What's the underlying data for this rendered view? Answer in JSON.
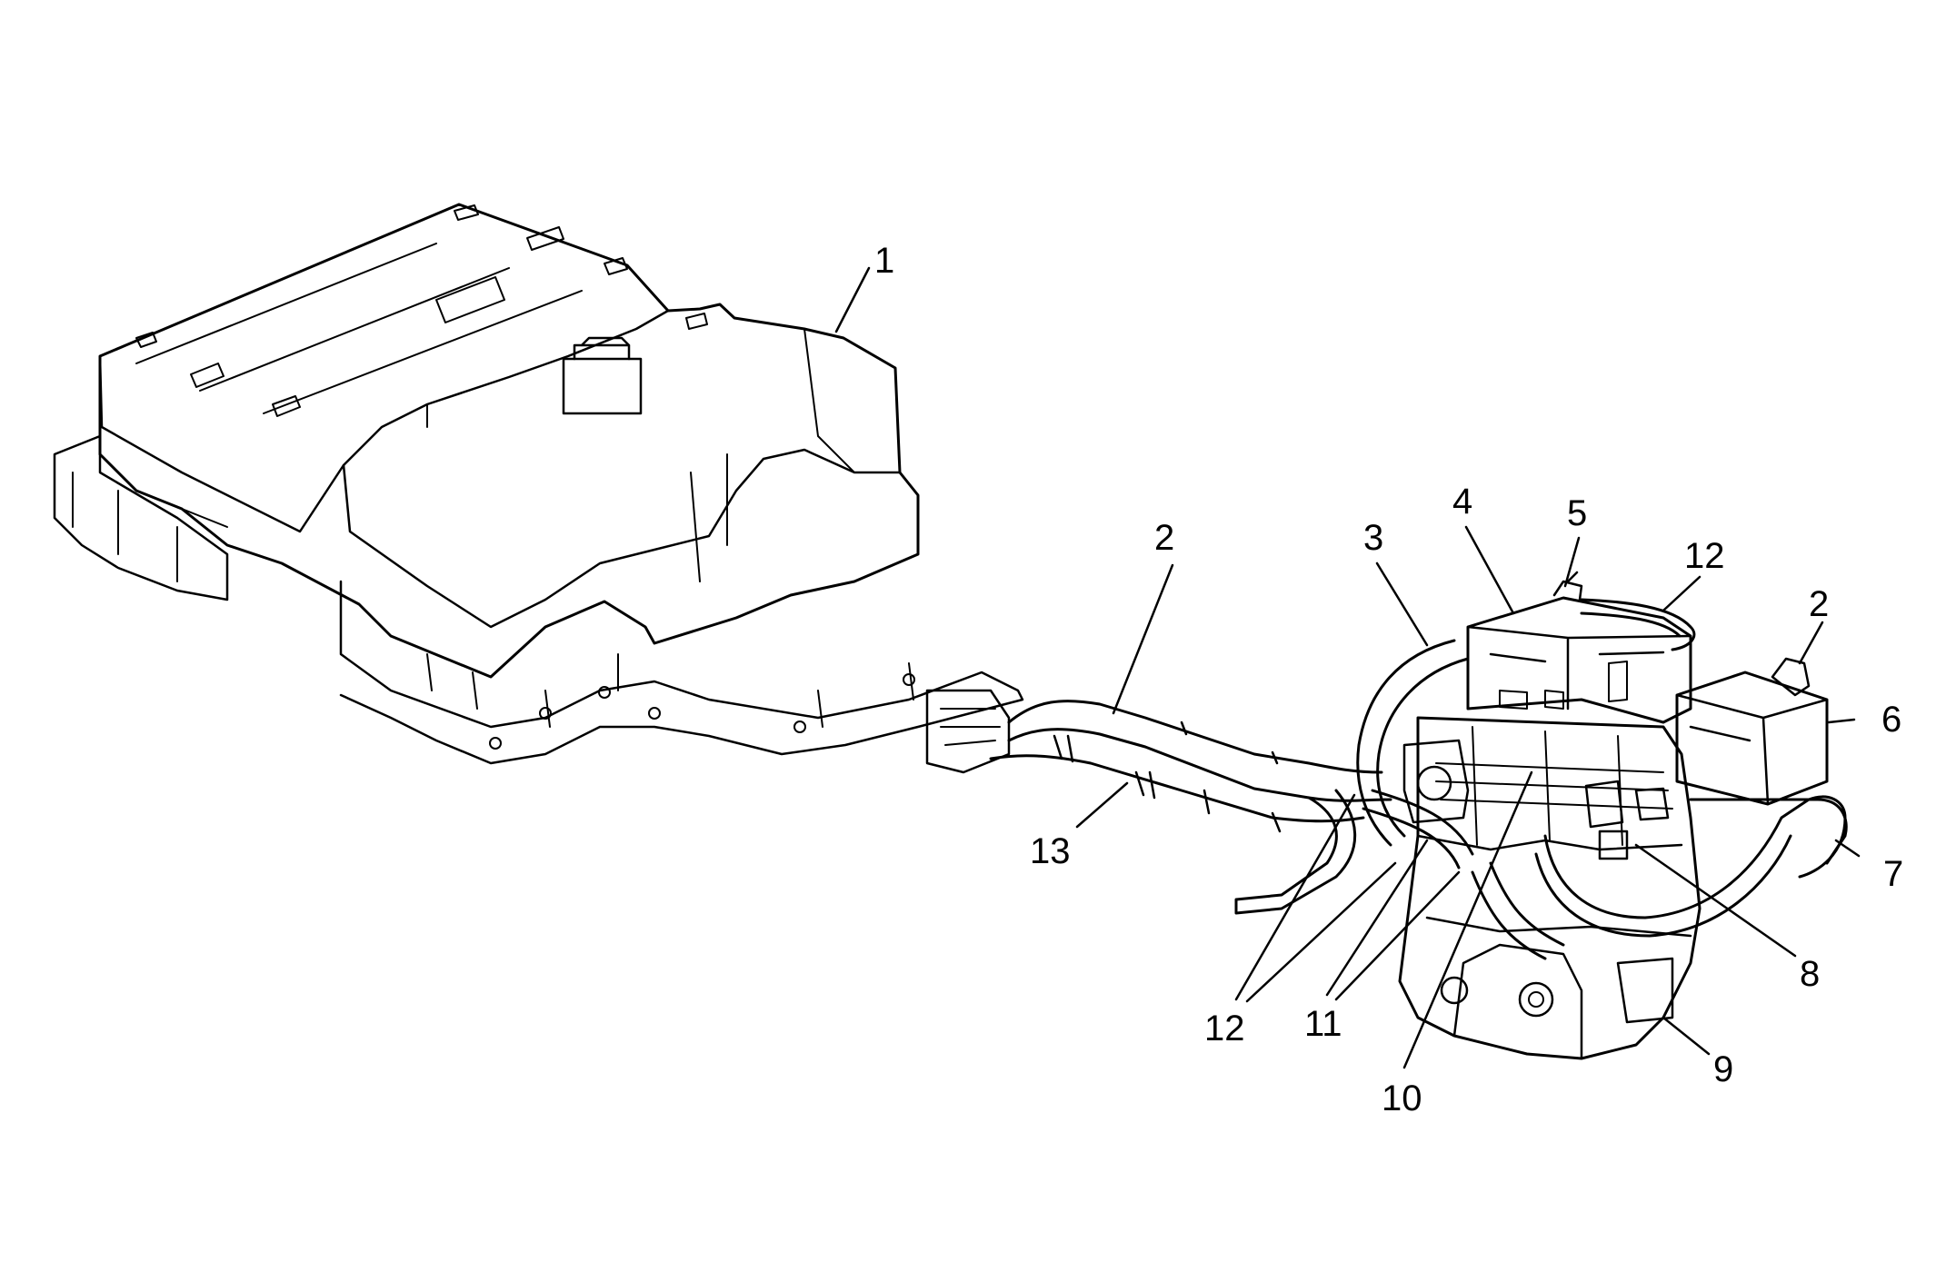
{
  "colors": {
    "stroke": "#000000",
    "background": "#ffffff",
    "fill": "#ffffff"
  },
  "callouts": [
    {
      "id": "c1",
      "number": "1"
    },
    {
      "id": "c2a",
      "number": "2"
    },
    {
      "id": "c2b",
      "number": "2"
    },
    {
      "id": "c3",
      "number": "3"
    },
    {
      "id": "c4",
      "number": "4"
    },
    {
      "id": "c5",
      "number": "5"
    },
    {
      "id": "c6",
      "number": "6"
    },
    {
      "id": "c7",
      "number": "7"
    },
    {
      "id": "c8",
      "number": "8"
    },
    {
      "id": "c9",
      "number": "9"
    },
    {
      "id": "c10",
      "number": "10"
    },
    {
      "id": "c11",
      "number": "11"
    },
    {
      "id": "c12a",
      "number": "12"
    },
    {
      "id": "c12b",
      "number": "12"
    },
    {
      "id": "c13",
      "number": "13"
    }
  ]
}
